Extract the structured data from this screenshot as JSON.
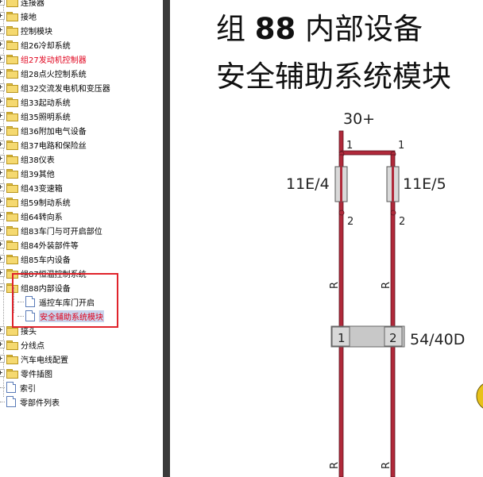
{
  "tree": {
    "items": [
      {
        "label": "连接器",
        "kind": "folder",
        "style": "normal"
      },
      {
        "label": "接地",
        "kind": "folder",
        "style": "normal"
      },
      {
        "label": "控制模块",
        "kind": "folder",
        "style": "normal"
      },
      {
        "label": "组26冷却系统",
        "kind": "folder",
        "style": "normal"
      },
      {
        "label": "组27发动机控制器",
        "kind": "folder",
        "style": "red"
      },
      {
        "label": "组28点火控制系统",
        "kind": "folder",
        "style": "normal"
      },
      {
        "label": "组32交流发电机和变压器",
        "kind": "folder",
        "style": "normal"
      },
      {
        "label": "组33起动系统",
        "kind": "folder",
        "style": "normal"
      },
      {
        "label": "组35照明系统",
        "kind": "folder",
        "style": "normal"
      },
      {
        "label": "组36附加电气设备",
        "kind": "folder",
        "style": "normal"
      },
      {
        "label": "组37电路和保险丝",
        "kind": "folder",
        "style": "normal"
      },
      {
        "label": "组38仪表",
        "kind": "folder",
        "style": "normal"
      },
      {
        "label": "组39其他",
        "kind": "folder",
        "style": "normal"
      },
      {
        "label": "组43变速箱",
        "kind": "folder",
        "style": "normal"
      },
      {
        "label": "组59制动系统",
        "kind": "folder",
        "style": "normal"
      },
      {
        "label": "组64转向系",
        "kind": "folder",
        "style": "normal"
      },
      {
        "label": "组83车门与可开启部位",
        "kind": "folder",
        "style": "normal"
      },
      {
        "label": "组84外装部件等",
        "kind": "folder",
        "style": "normal"
      },
      {
        "label": "组85车内设备",
        "kind": "folder",
        "style": "normal"
      },
      {
        "label": "组87恒温控制系统",
        "kind": "folder",
        "style": "normal"
      },
      {
        "label": "组88内部设备",
        "kind": "folder-open",
        "style": "normal"
      },
      {
        "label": "遥控车库门开启",
        "kind": "doc",
        "style": "child"
      },
      {
        "label": "安全辅助系统模块",
        "kind": "doc",
        "style": "child-selected"
      },
      {
        "label": "接头",
        "kind": "folder",
        "style": "normal"
      },
      {
        "label": "分线点",
        "kind": "folder",
        "style": "normal"
      },
      {
        "label": "汽车电线配置",
        "kind": "folder",
        "style": "normal"
      },
      {
        "label": "零件插图",
        "kind": "folder",
        "style": "normal"
      },
      {
        "label": "索引",
        "kind": "doc",
        "style": "top"
      },
      {
        "label": "零部件列表",
        "kind": "doc",
        "style": "top"
      }
    ]
  },
  "document": {
    "title_prefix": "组",
    "title_number": "88",
    "title_suffix": "内部设备",
    "subtitle": "安全辅助系统模块"
  },
  "schematic": {
    "supply_label": "30+",
    "fuse_left_label": "11E/4",
    "fuse_right_label": "11E/5",
    "fuse_left_pin_top": "1",
    "fuse_right_pin_top": "1",
    "fuse_left_pin_bottom": "2",
    "fuse_right_pin_bottom": "2",
    "wire_color_code": "R",
    "connector_label": "54/40D",
    "connector_pin_left": "1",
    "connector_pin_right": "2",
    "wire_color_hex": "#b0293a",
    "wire_outline_hex": "#5a1520"
  }
}
